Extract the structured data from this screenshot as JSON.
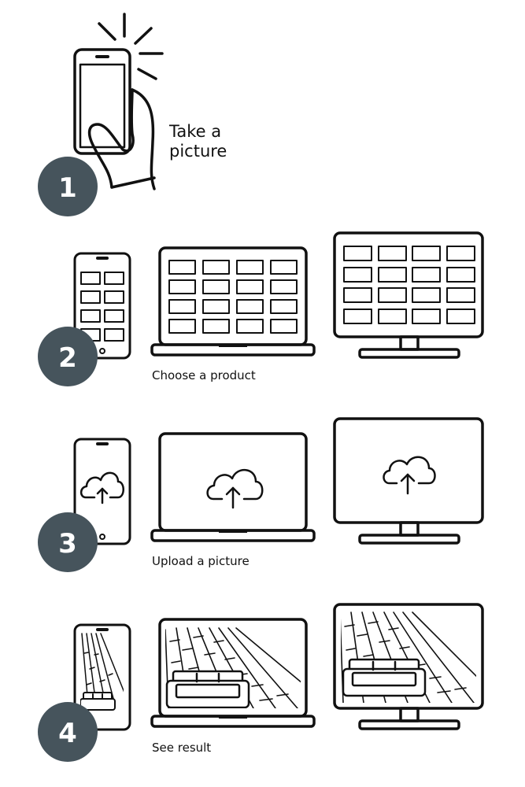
{
  "steps": [
    {
      "number": "1",
      "title_lines": [
        "Take a",
        "picture"
      ]
    },
    {
      "number": "2",
      "caption": "Choose a product"
    },
    {
      "number": "3",
      "caption": "Upload a picture"
    },
    {
      "number": "4",
      "caption": "See result"
    }
  ],
  "colors": {
    "badge": "#46545c",
    "stroke": "#111111",
    "background": "#ffffff"
  },
  "icons": [
    "hand-holding-phone-icon",
    "phone-icon",
    "laptop-icon",
    "monitor-icon",
    "cloud-upload-icon",
    "room-floor-sofa-icon"
  ]
}
